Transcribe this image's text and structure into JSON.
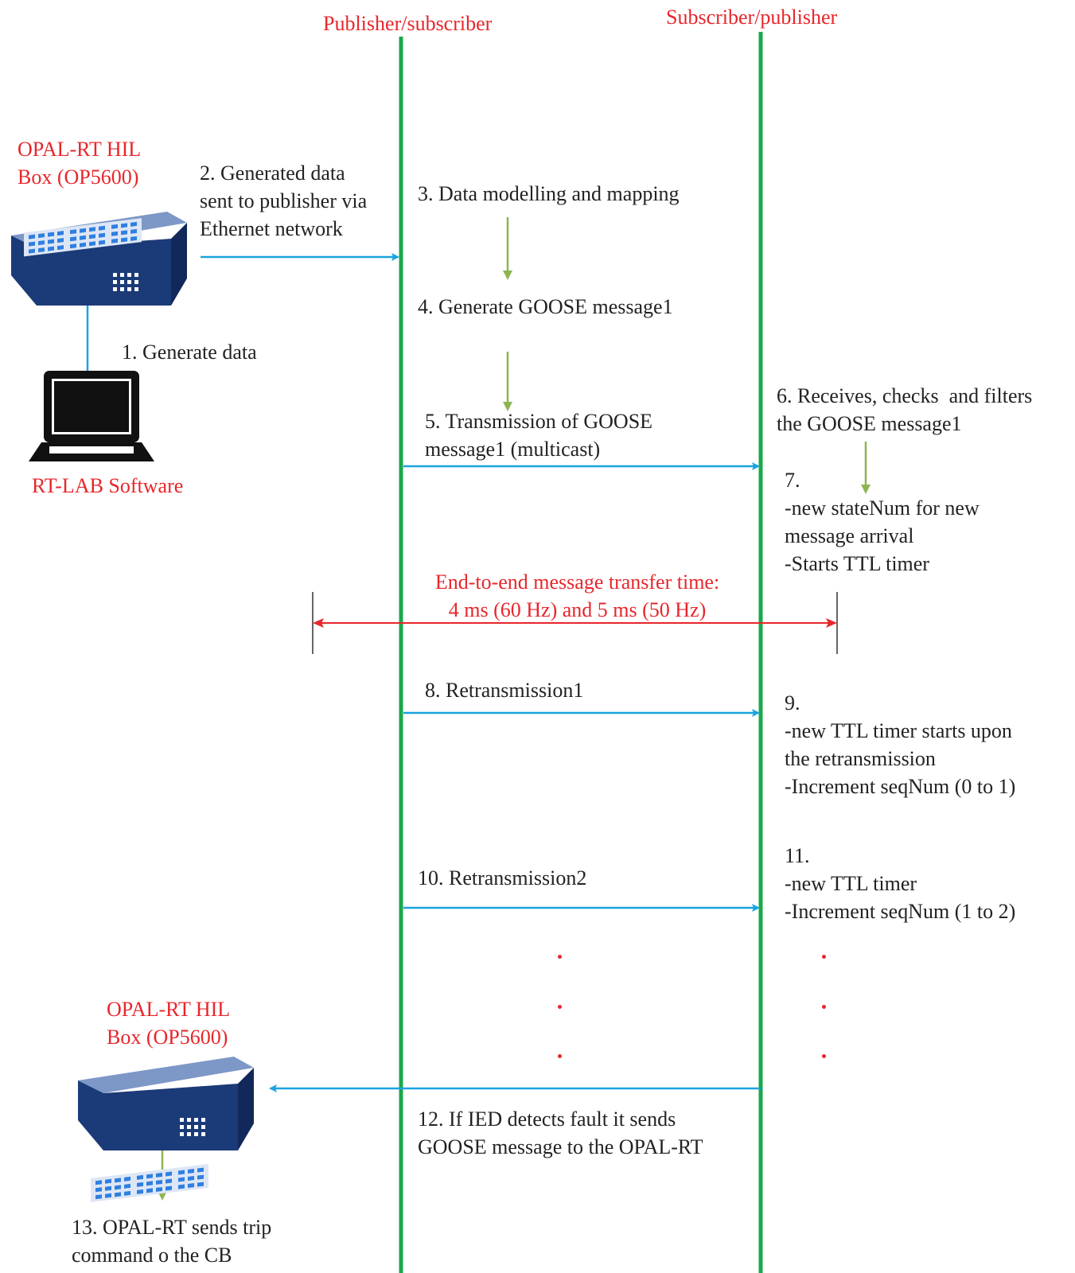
{
  "colors": {
    "lifeline": "#1aa84a",
    "message_arrow": "#1aa3e0",
    "internal_arrow": "#8db553",
    "timing_arrow": "#e8262b",
    "label_red": "#e8262b",
    "text": "#222222",
    "device_blue": "#1b3a78"
  },
  "lifelines": {
    "publisher": "Publisher/subscriber",
    "subscriber": "Subscriber/publisher"
  },
  "devices": {
    "hil_top": [
      "OPAL-RT HIL",
      "Box (OP5600)"
    ],
    "laptop": "RT-LAB Software",
    "hil_bottom": [
      "OPAL-RT HIL",
      "Box (OP5600)"
    ]
  },
  "steps": {
    "s1": "1. Generate data",
    "s2": [
      "2. Generated data",
      "sent to publisher via",
      "Ethernet network"
    ],
    "s3": "3. Data modelling and mapping",
    "s4": "4. Generate GOOSE message1",
    "s5": [
      "5. Transmission of GOOSE",
      "message1 (multicast)"
    ],
    "s6": [
      "6. Receives, checks  and filters",
      "the GOOSE message1"
    ],
    "s7": [
      "7.",
      "-new stateNum for new",
      "message arrival",
      "-Starts TTL timer"
    ],
    "s8": "8. Retransmission1",
    "s9": [
      "9.",
      "-new TTL timer starts upon",
      "the retransmission",
      "-Increment seqNum (0 to 1)"
    ],
    "s10": "10. Retransmission2",
    "s11": [
      "11.",
      "-new TTL timer",
      "-Increment seqNum (1 to 2)"
    ],
    "s12": [
      "12. If IED detects fault it sends",
      "GOOSE message to the OPAL-RT"
    ],
    "s13": [
      "13. OPAL-RT sends trip",
      "command o the CB"
    ]
  },
  "timing": [
    "End-to-end message transfer time:",
    "4 ms (60 Hz) and 5 ms (50 Hz)"
  ]
}
